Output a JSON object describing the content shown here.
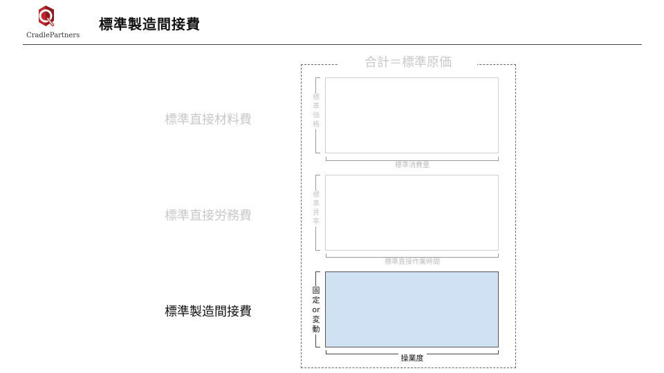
{
  "header": {
    "logo_text": "CradlePartners",
    "title": "標準製造間接費"
  },
  "diagram": {
    "total_label": "合計＝標準原価",
    "rows": [
      {
        "label": "標準直接材料費",
        "vertical": "標準価格",
        "horizontal": "標準消費量",
        "active": false
      },
      {
        "label": "標準直接労務費",
        "vertical": "標準賃率",
        "horizontal": "標準直接作業時間",
        "active": false
      },
      {
        "label": "標準製造間接費",
        "vertical": "固定or変動",
        "horizontal": "操業度",
        "active": true
      }
    ]
  },
  "colors": {
    "highlight_fill": "#cfe1f2",
    "logo_red": "#c0282d",
    "inactive_text": "#c8c8c8"
  }
}
